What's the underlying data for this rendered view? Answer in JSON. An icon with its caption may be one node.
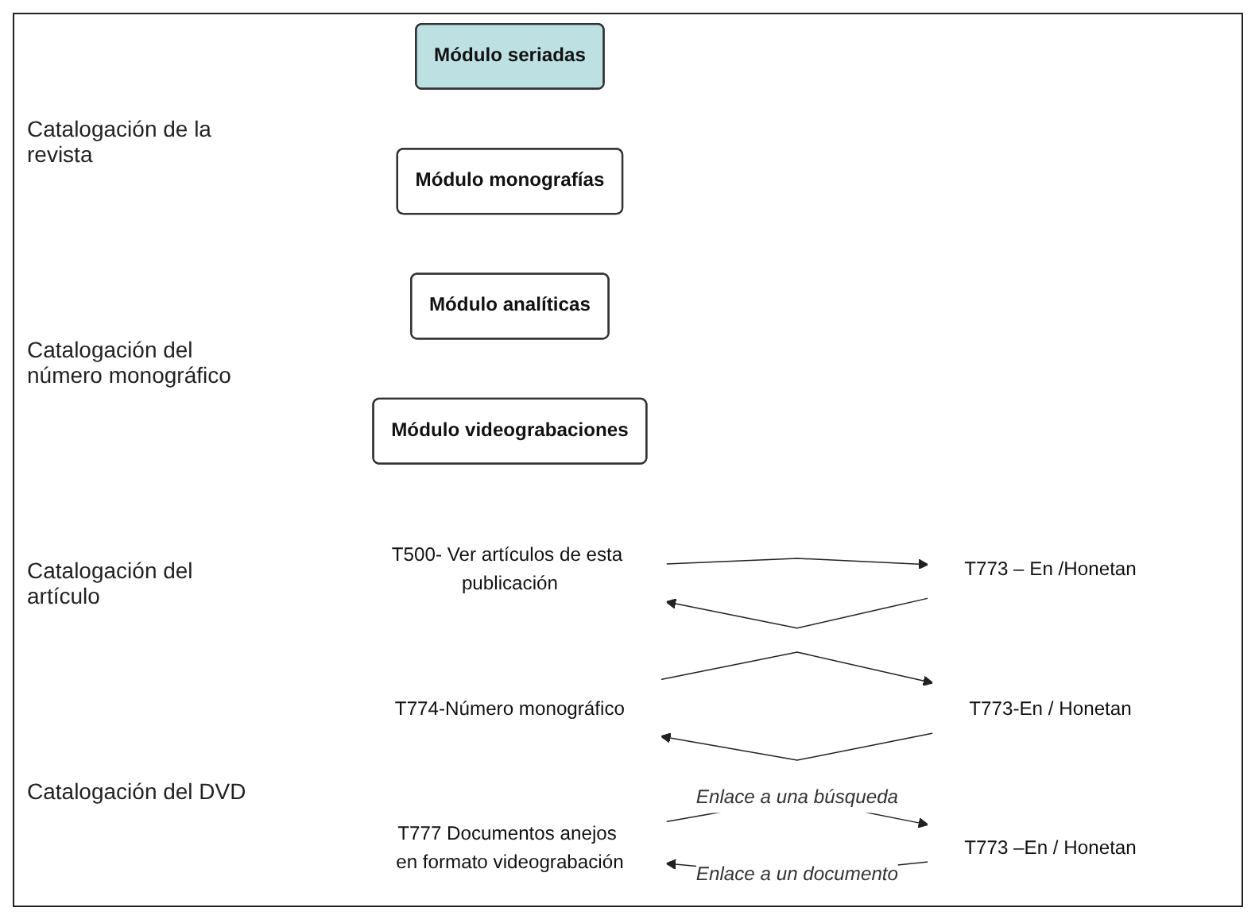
{
  "diagram": {
    "nodes": [
      {
        "text": [
          "Módulo seriadas"
        ]
      },
      {
        "text": [
          "Módulo monografías"
        ]
      },
      {
        "text": [
          "Módulo analíticas"
        ]
      },
      {
        "text": [
          "Módulo videograbaciones"
        ]
      },
      {
        "text": [
          "T500- Ver artículos de esta publicación"
        ]
      },
      {
        "text": [
          "T774-Número monográfico"
        ]
      },
      {
        "text": [
          "T777 Documentos anejos en formato videograbación"
        ]
      },
      {
        "text": [
          "T773-En / Honetan"
        ]
      },
      {
        "text": [
          "T773 – En /Honetan"
        ]
      },
      {
        "text": [
          "T773 –En / Honetan"
        ]
      }
    ],
    "edges": [
      {
        "from": 4,
        "to": 8,
        "arrow": "to"
      },
      {
        "from": 5,
        "to": 7,
        "arrow": "to"
      },
      {
        "from": 6,
        "to": 9,
        "arrow": "to",
        "label": "Enlace a una búsqueda"
      },
      {
        "from": 7,
        "to": 5,
        "arrow": "to"
      },
      {
        "from": 8,
        "to": 4,
        "arrow": "to"
      },
      {
        "from": 9,
        "to": 6,
        "arrow": "to",
        "label": "Enlace a un documento"
      }
    ],
    "labels": [
      "Catalogación de la revista",
      "Catalogación del número monográfico",
      "Catalogación del artículo",
      "Catalogación del DVD"
    ]
  }
}
